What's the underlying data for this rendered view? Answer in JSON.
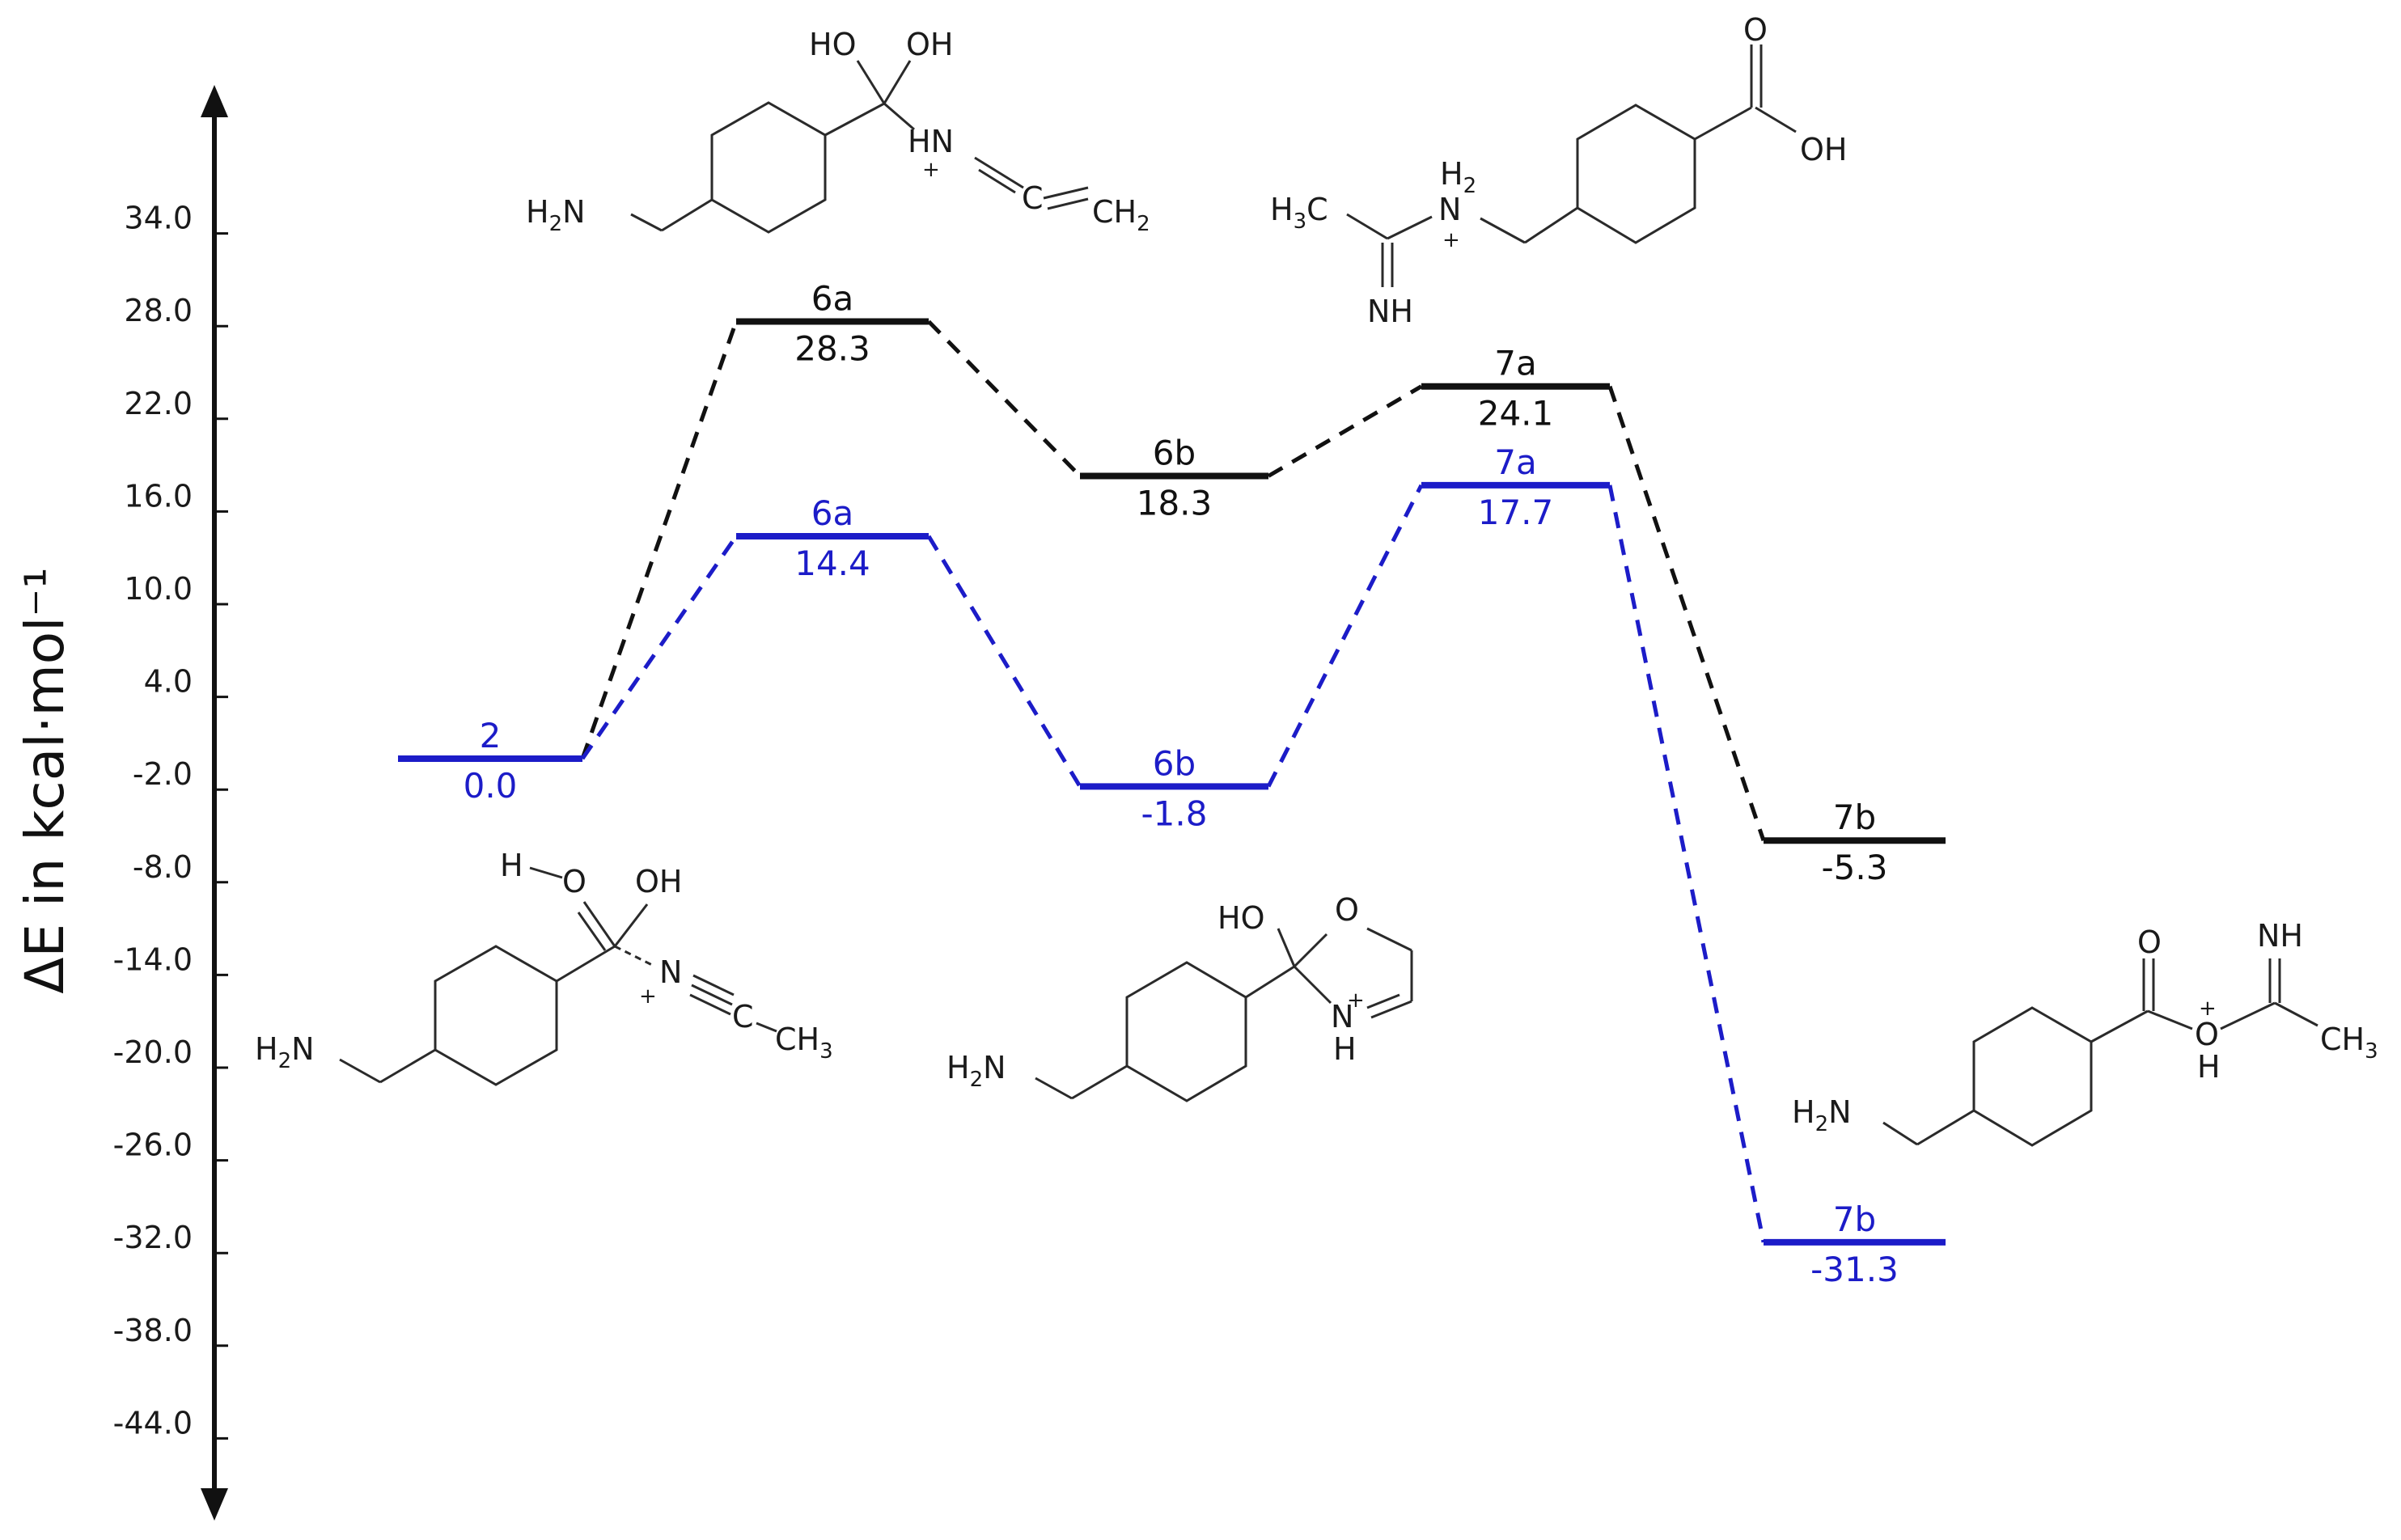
{
  "chart_data": {
    "type": "energy-profile",
    "ylabel": "ΔE in kcal·mol⁻¹",
    "ylim": [
      -47,
      47
    ],
    "yticks": [
      "34.0",
      "28.0",
      "22.0",
      "16.0",
      "10.0",
      "4.0",
      "-2.0",
      "-8.0",
      "-14.0",
      "-20.0",
      "-26.0",
      "-32.0",
      "-38.0",
      "-44.0"
    ],
    "ytick_values": [
      34,
      28,
      22,
      16,
      10,
      4,
      -2,
      -8,
      -14,
      -20,
      -26,
      -32,
      -38,
      -44
    ],
    "series": [
      {
        "color": "#111111",
        "levels": [
          {
            "name": "2",
            "value": 0.0,
            "label": "",
            "value_label": ""
          },
          {
            "name": "6a",
            "value": 28.3,
            "label": "6a",
            "value_label": "28.3"
          },
          {
            "name": "6b",
            "value": 18.3,
            "label": "6b",
            "value_label": "18.3"
          },
          {
            "name": "7a",
            "value": 24.1,
            "label": "7a",
            "value_label": "24.1"
          },
          {
            "name": "7b",
            "value": -5.3,
            "label": "7b",
            "value_label": "-5.3"
          }
        ]
      },
      {
        "color": "#1c1cc8",
        "levels": [
          {
            "name": "2",
            "value": 0.0,
            "label": "2",
            "value_label": "0.0"
          },
          {
            "name": "6a",
            "value": 14.4,
            "label": "6a",
            "value_label": "14.4"
          },
          {
            "name": "6b",
            "value": -1.8,
            "label": "6b",
            "value_label": "-1.8"
          },
          {
            "name": "7a",
            "value": 17.7,
            "label": "7a",
            "value_label": "17.7"
          },
          {
            "name": "7b",
            "value": -31.3,
            "label": "7b",
            "value_label": "-31.3"
          }
        ]
      }
    ]
  },
  "structures": {
    "s6a": {
      "oh1": "HO",
      "oh2": "OH",
      "hn": "HN",
      "plus": "+",
      "ch2": "CH",
      "sub2": "2",
      "h2n": "H",
      "h2n_n": "N",
      "h2n_sub": "2"
    },
    "s7a": {
      "o": "O",
      "oh": "OH",
      "h2": "H",
      "h2_sub": "2",
      "n": "N",
      "plus": "+",
      "h3c": "H",
      "h3c_sub": "3",
      "h3c_c": "C",
      "nh": "NH"
    },
    "s2": {
      "h": "H",
      "o": "O",
      "oh": "OH",
      "n": "N",
      "plus": "+",
      "c": "C",
      "ch3": "CH",
      "ch3_sub": "3",
      "h2n": "H",
      "h2n_sub": "2",
      "h2n_n": "N"
    },
    "s6b": {
      "ho": "HO",
      "o": "O",
      "nplus": "N",
      "plus": "+",
      "h": "H",
      "h2n": "H",
      "h2n_sub": "2",
      "h2n_n": "N"
    },
    "s7b": {
      "o": "O",
      "oplus": "O",
      "plus": "+",
      "h": "H",
      "nh": "NH",
      "ch3": "CH",
      "ch3_sub": "3",
      "h2n": "H",
      "h2n_sub": "2",
      "h2n_n": "N"
    }
  }
}
